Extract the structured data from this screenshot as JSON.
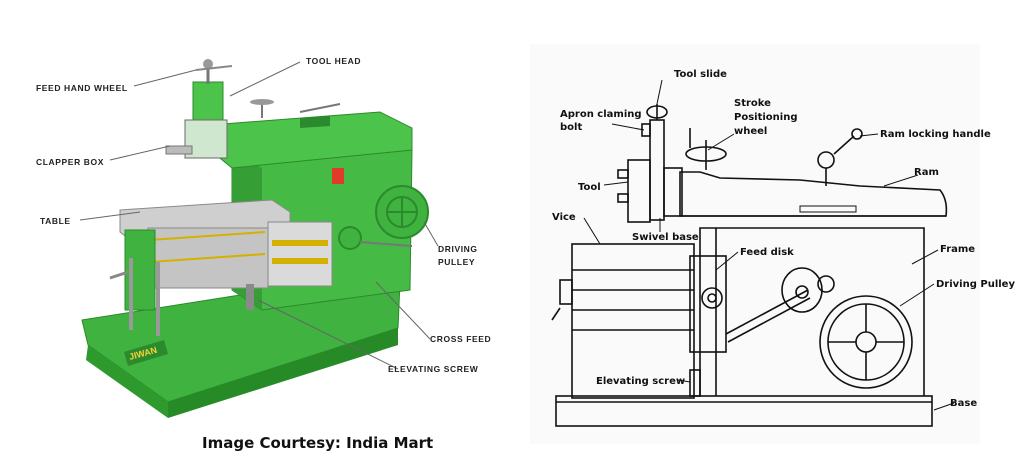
{
  "left_figure": {
    "labels": {
      "feed_hand_wheel": "FEED HAND WHEEL",
      "tool_head": "TOOL HEAD",
      "clapper_box": "CLAPPER BOX",
      "table": "TABLE",
      "driving_pulley_1": "DRIVING",
      "driving_pulley_2": "PULLEY",
      "cross_feed": "CROSS FEED",
      "elevating_screw": "ELEVATING SCREW"
    },
    "brand": "JIWAN",
    "credit": "Image Courtesy: India Mart",
    "colors": {
      "machine": "#3fb23f",
      "machine_dark": "#2b8a2b",
      "metal": "#b8b8b8"
    }
  },
  "right_figure": {
    "labels": {
      "tool_slide": "Tool slide",
      "apron_1": "Apron claming",
      "apron_2": "bolt",
      "stroke_1": "Stroke",
      "stroke_2": "Positioning",
      "stroke_3": "wheel",
      "ram_locking_handle": "Ram locking handle",
      "tool": "Tool",
      "ram": "Ram",
      "vice": "Vice",
      "swivel_base": "Swivel base",
      "feed_disk": "Feed disk",
      "frame": "Frame",
      "driving_pulley": "Driving Pulley",
      "elevating_screw": "Elevating screw",
      "base": "Base"
    }
  }
}
